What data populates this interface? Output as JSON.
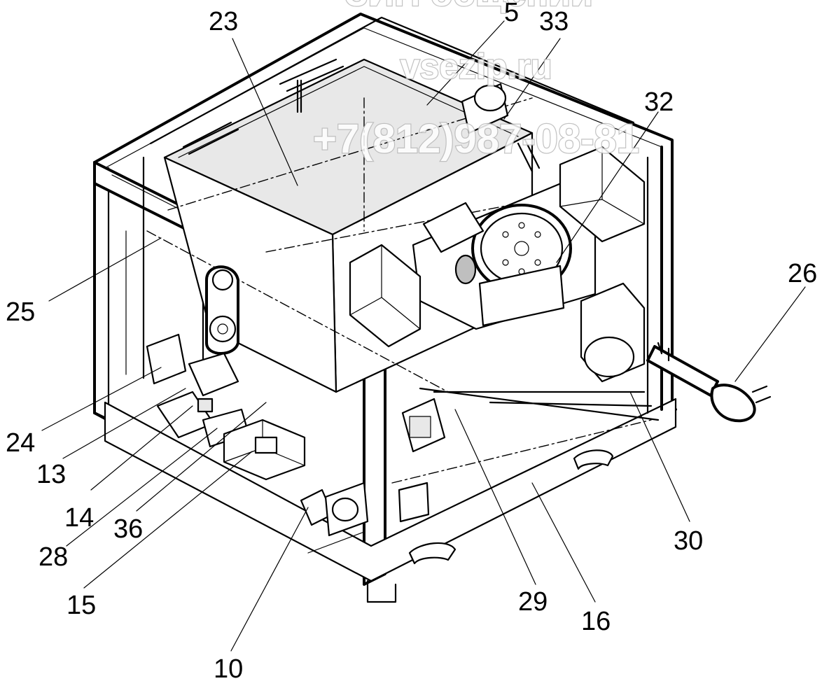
{
  "watermark": {
    "site": "vsezip.ru",
    "phone": "+7(812)987-08-81",
    "top_text": "ЗИП общений"
  },
  "callouts": [
    {
      "id": "23",
      "label": "23"
    },
    {
      "id": "5",
      "label": "5"
    },
    {
      "id": "33",
      "label": "33"
    },
    {
      "id": "32",
      "label": "32"
    },
    {
      "id": "26",
      "label": "26"
    },
    {
      "id": "25",
      "label": "25"
    },
    {
      "id": "24",
      "label": "24"
    },
    {
      "id": "13",
      "label": "13"
    },
    {
      "id": "14",
      "label": "14"
    },
    {
      "id": "28",
      "label": "28"
    },
    {
      "id": "36",
      "label": "36"
    },
    {
      "id": "15",
      "label": "15"
    },
    {
      "id": "10",
      "label": "10"
    },
    {
      "id": "29",
      "label": "29"
    },
    {
      "id": "16",
      "label": "16"
    },
    {
      "id": "30",
      "label": "30"
    }
  ]
}
